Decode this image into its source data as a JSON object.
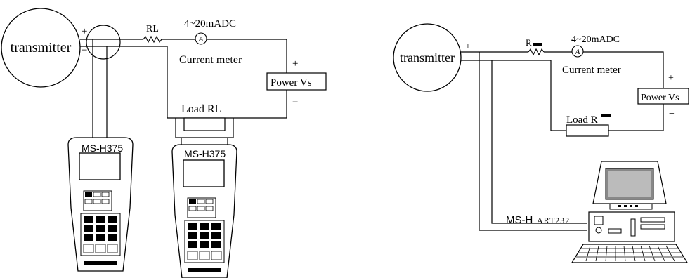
{
  "left": {
    "transmitter": "transmitter",
    "plus": "+",
    "minus": "−",
    "resistor_label": "RL",
    "current_label": "4~20mADC",
    "ammeter_symbol": "A",
    "current_meter": "Current meter",
    "power_label": "Power Vs",
    "power_plus": "+",
    "power_minus": "−",
    "load_label": "Load RL",
    "device1_model": "MS-H375",
    "device2_model": "MS-H375"
  },
  "right": {
    "transmitter": "transmitter",
    "plus": "+",
    "minus": "−",
    "resistor_label": "R",
    "current_label": "4~20mADC",
    "ammeter_symbol": "A",
    "current_meter": "Current meter",
    "power_label": "Power Vs",
    "power_plus": "+",
    "power_minus": "−",
    "load_label": "Load R",
    "modem_prefix": "MS-H",
    "modem_suffix": "ART232"
  }
}
